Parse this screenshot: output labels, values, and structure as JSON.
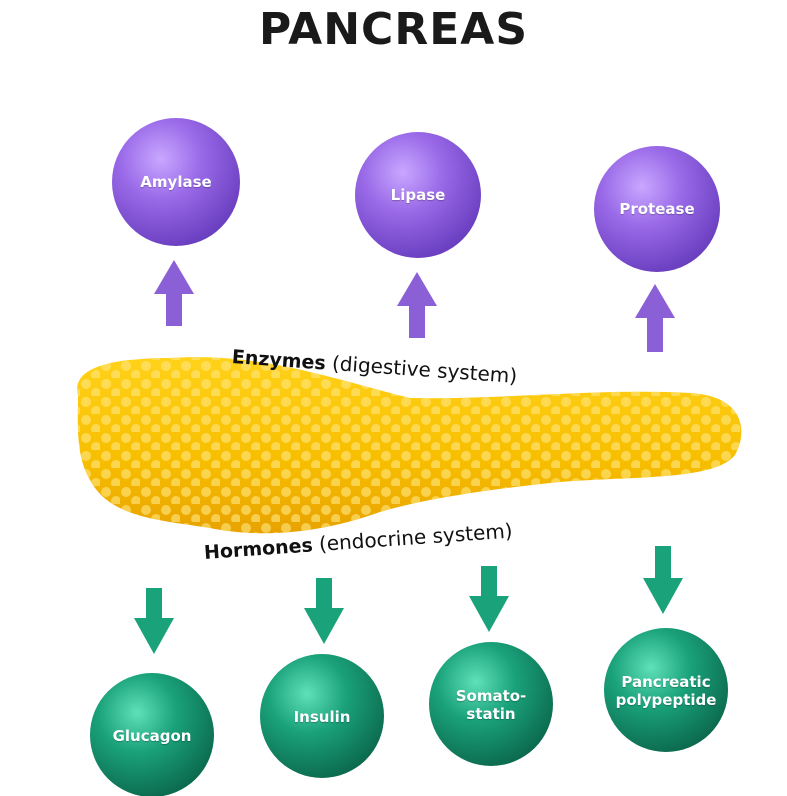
{
  "title": "PANCREAS",
  "colors": {
    "enzyme": "#8b5fd6",
    "hormone": "#1aa27a",
    "organ": "#f5c000"
  },
  "enzymes": {
    "heading": "Enzymes",
    "subheading": "(digestive system)",
    "items": [
      {
        "label": "Amylase"
      },
      {
        "label": "Lipase"
      },
      {
        "label": "Protease"
      }
    ]
  },
  "hormones": {
    "heading": "Hormones",
    "subheading": "(endocrine system)",
    "items": [
      {
        "label": "Glucagon"
      },
      {
        "label": "Insulin"
      },
      {
        "label": "Somato-\nstatin"
      },
      {
        "label": "Pancreatic\npolypeptide"
      }
    ]
  }
}
